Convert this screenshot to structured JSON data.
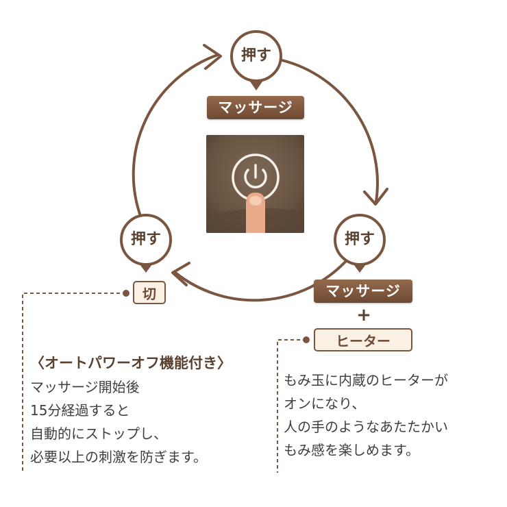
{
  "nodes": {
    "top_label": "押す",
    "left_label": "押す",
    "right_label": "押す"
  },
  "states": {
    "massage_top": "マッサージ",
    "off": "切",
    "massage_right": "マッサージ",
    "plus": "+",
    "heater": "ヒーター"
  },
  "auto_off": {
    "heading": "〈オートパワーオフ機能付き〉",
    "lines": [
      "マッサージ開始後",
      "15分経過すると",
      "自動的にストップし、",
      "必要以上の刺激を防ぎます。"
    ]
  },
  "heater_info": {
    "lines": [
      "もみ玉に内蔵のヒーターが",
      "オンになり、",
      "人の手のようなあたたかい",
      "もみ感を楽しめます。"
    ]
  },
  "colors": {
    "brown": "#7a5640",
    "dark_tag": "#7d563d",
    "light_tag_bg": "#fbf0e4",
    "fabric": "#6e5a47"
  },
  "icons": {
    "power": "power-icon",
    "finger": "finger-icon"
  }
}
